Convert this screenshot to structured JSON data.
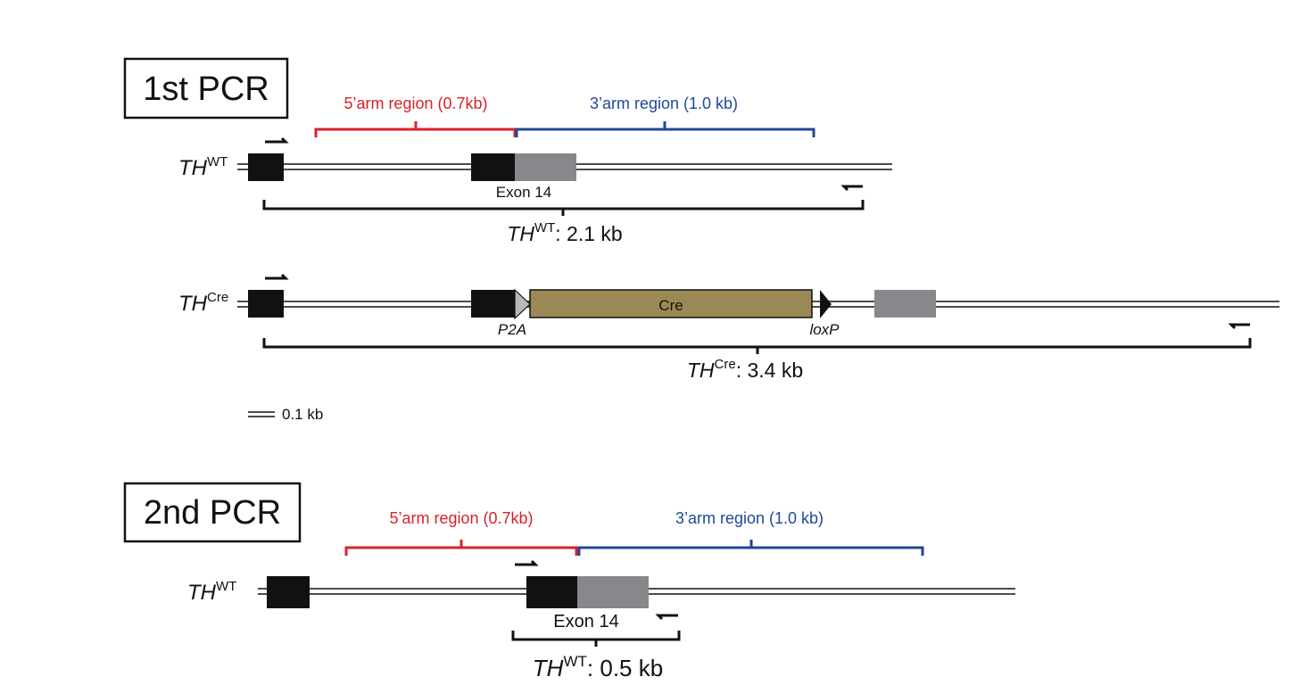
{
  "colors": {
    "arm5": "#d7232a",
    "arm3": "#1f4897",
    "exon": "#111111",
    "exon_grey": "#88888c",
    "cre_box": "#9a8855"
  },
  "panel1": {
    "title": "1st PCR",
    "arm5_label": "5’arm region (0.7kb)",
    "arm3_label": "3’arm region (1.0 kb)",
    "wt": {
      "gene": "TH",
      "allele": "WT",
      "exon_label": "Exon 14",
      "product_gene": "TH",
      "product_allele": "WT",
      "product_size": ": 2.1 kb"
    },
    "cre": {
      "gene": "TH",
      "allele": "Cre",
      "cre_label": "Cre",
      "p2a_label": "P2A",
      "loxp_label": "loxP",
      "product_gene": "TH",
      "product_allele": "Cre",
      "product_size": ": 3.4 kb"
    },
    "scale_label": "0.1 kb"
  },
  "panel2": {
    "title": "2nd PCR",
    "arm5_label": "5’arm region (0.7kb)",
    "arm3_label": "3’arm region (1.0 kb)",
    "wt": {
      "gene": "TH",
      "allele": "WT",
      "exon_label": "Exon 14",
      "product_gene": "TH",
      "product_allele": "WT",
      "product_size": ": 0.5 kb"
    }
  }
}
